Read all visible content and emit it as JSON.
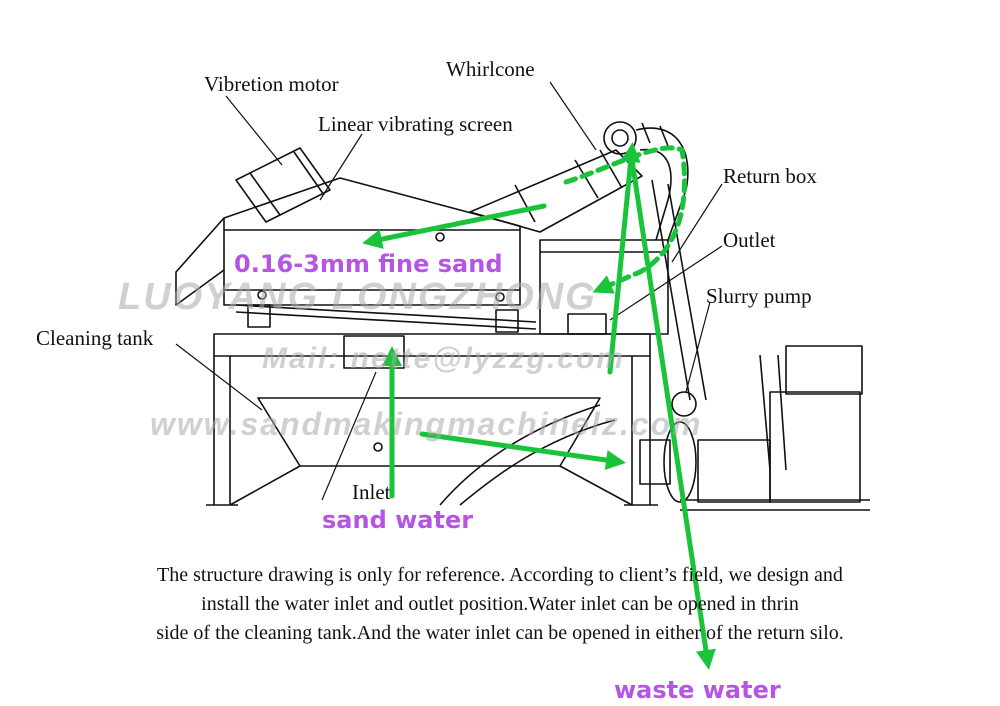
{
  "labels": {
    "vibration_motor": "Vibretion motor",
    "linear_screen": "Linear vibrating screen",
    "whirlcone": "Whirlcone",
    "return_box": "Return box",
    "outlet": "Outlet",
    "slurry_pump": "Slurry pump",
    "cleaning_tank": "Cleaning tank",
    "inlet": "Inlet"
  },
  "flows": {
    "fine_sand": "0.16-3mm fine sand",
    "sand_water": "sand water",
    "waste_water": "waste water"
  },
  "note": {
    "line1": "The structure drawing is only for reference. According to client’s field, we design and",
    "line2": "install the water inlet and outlet position.Water inlet can be opened in thrin",
    "line3": "side of the cleaning tank.And the water inlet can be opened in either of the return silo."
  },
  "watermark": {
    "line1": "LUOYANG LONGZHONG",
    "line2": "Mail: nette@lyzzg.com",
    "line3": "www.sandmakingmachinelz.com"
  },
  "colors": {
    "flow_arrow": "#19c43a",
    "flow_text": "#b455e6",
    "line_art": "#111111"
  }
}
